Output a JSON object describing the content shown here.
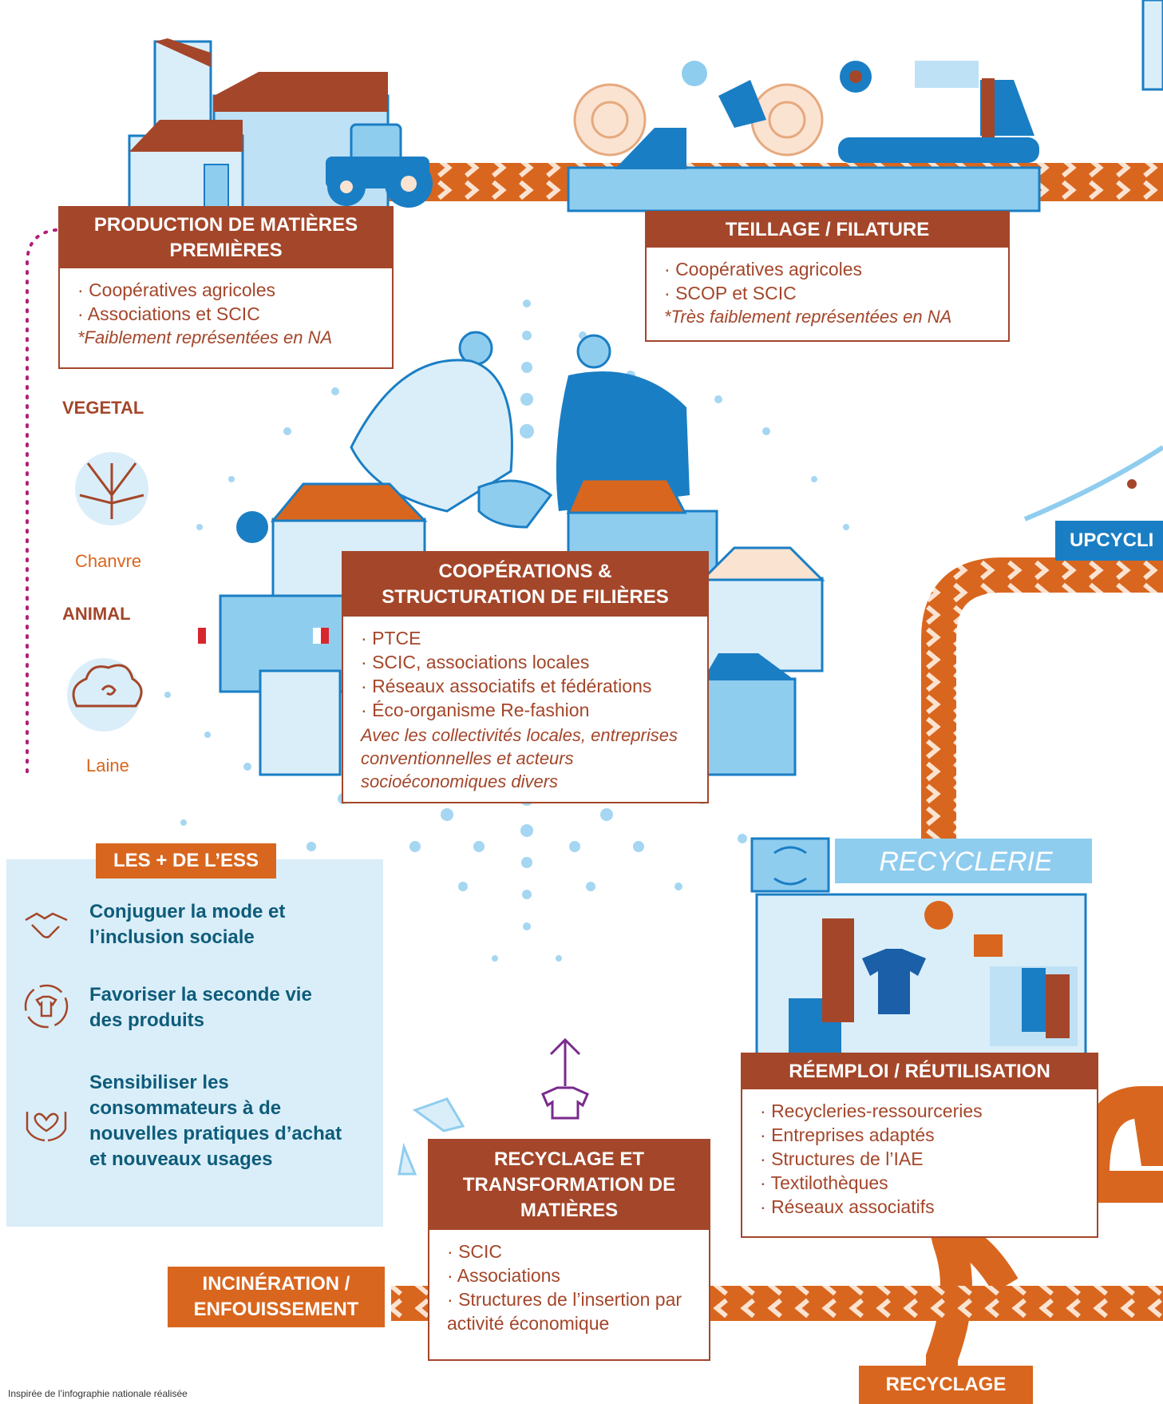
{
  "production": {
    "title": "PRODUCTION DE MATIÈRES PREMIÈRES",
    "items": [
      "Coopératives agricoles",
      "Associations et SCIC"
    ],
    "note": "*Faiblement représentées en NA"
  },
  "teillage": {
    "title": "TEILLAGE / FILATURE",
    "items": [
      "Coopératives agricoles",
      "SCOP et SCIC"
    ],
    "note": "*Très faiblement représentées en NA"
  },
  "materials": {
    "vegetal_label": "VEGETAL",
    "vegetal_item": "Chanvre",
    "animal_label": "ANIMAL",
    "animal_item": "Laine"
  },
  "cooperation": {
    "title": "COOPÉRATIONS & STRUCTURATION DE FILIÈRES",
    "items": [
      "PTCE",
      "SCIC, associations locales",
      "Réseaux associatifs et fédérations",
      "Éco-organisme Re-fashion"
    ],
    "note": "Avec les collectivités locales, entreprises conventionnelles et acteurs socioéconomiques divers"
  },
  "ess": {
    "title": "LES + DE L’ESS",
    "items": [
      {
        "text": "Conjuguer la mode et l’inclusion sociale",
        "icon": "handshake-icon"
      },
      {
        "text": "Favoriser la seconde vie des produits",
        "icon": "recycled-shirt-icon"
      },
      {
        "text": "Sensibiliser les consommateurs à de nouvelles pratiques d’achat et nouveaux usages",
        "icon": "heart-hands-icon"
      }
    ]
  },
  "recyclerie": {
    "sign": "RECYCLERIE",
    "title": "RÉEMPLOI / RÉUTILISATION",
    "items": [
      "Recycleries-ressourceries",
      "Entreprises adaptés",
      "Structures de l’IAE",
      "Textilothèques",
      "Réseaux associatifs"
    ]
  },
  "recyclage": {
    "title": "RECYCLAGE ET TRANSFORMATION DE MATIÈRES",
    "items": [
      "SCIC",
      "Associations",
      "Structures de l’insertion par activité économique"
    ]
  },
  "incineration": {
    "label": "INCINÉRATION / ENFOUISSEMENT"
  },
  "upcycling": {
    "label": "UPCYCLI"
  },
  "recyclage_tag": {
    "label": "RECYCLAGE"
  },
  "credit": "Inspirée de l’infographie nationale réalisée",
  "colors": {
    "brown": "#a4462a",
    "orange": "#d9661e",
    "blue": "#1a7ec4",
    "lightblue": "#8fcdef",
    "pale": "#daeef9"
  }
}
